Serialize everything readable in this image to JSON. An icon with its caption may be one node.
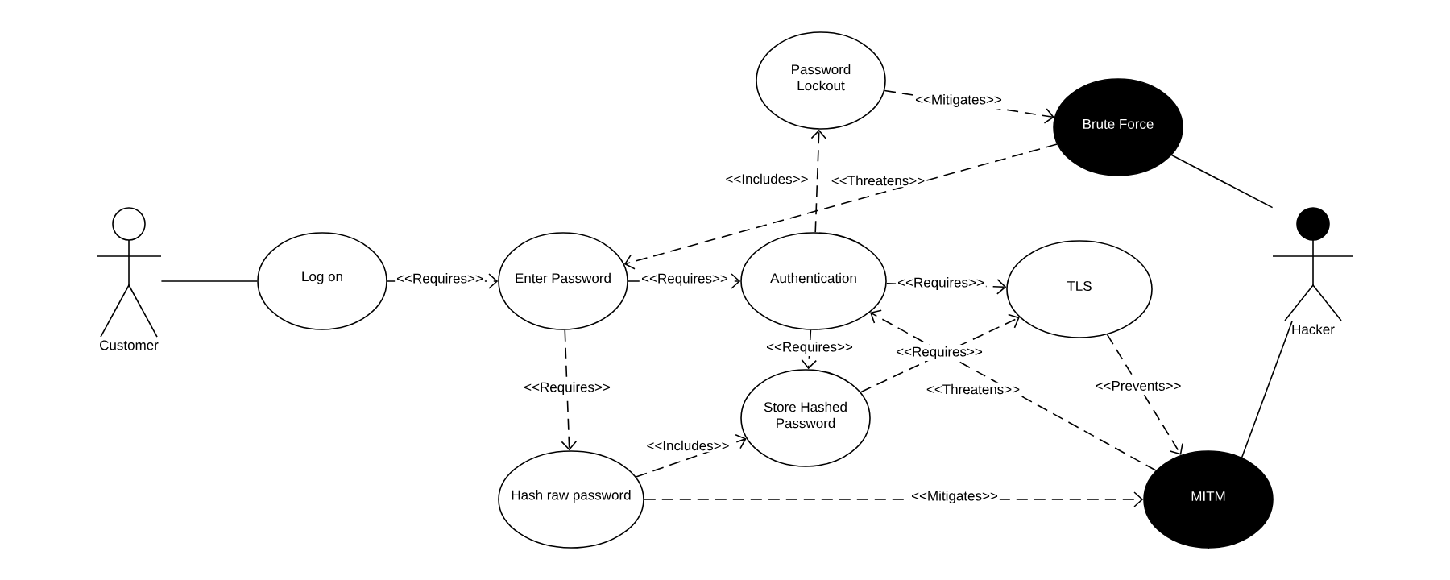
{
  "diagram": {
    "nodes": [
      {
        "text": [
          "Password Lockout"
        ]
      },
      {
        "text": [
          "Brute Force"
        ]
      },
      {
        "text": [],
        "shape": "person",
        "beside": [
          "Customer"
        ]
      },
      {
        "text": [
          "Log on"
        ]
      },
      {
        "text": [
          "Enter Password"
        ]
      },
      {
        "text": [
          "Authentication"
        ]
      },
      {
        "text": [
          "TLS"
        ]
      },
      {
        "text": [],
        "shape": "person",
        "beside": [
          "Hacker"
        ]
      },
      {
        "text": [
          "Store Hashed Password"
        ]
      },
      {
        "text": [
          "Hash raw password"
        ]
      },
      {
        "text": [
          "MITM"
        ]
      }
    ],
    "edges": [
      {
        "from": 2,
        "to": 3,
        "arrow": "none"
      },
      {
        "from": 3,
        "to": 4,
        "arrow": "to",
        "label": "<<Requires>>",
        "style": "dashed"
      },
      {
        "from": 4,
        "to": 5,
        "arrow": "to",
        "label": "<<Requires>>",
        "style": "dashed"
      },
      {
        "from": 5,
        "to": 6,
        "arrow": "to",
        "label": "<<Requires>>",
        "style": "dashed"
      },
      {
        "from": 5,
        "to": 0,
        "arrow": "to",
        "label": "<<Includes>>",
        "style": "dashed"
      },
      {
        "from": 0,
        "to": 1,
        "arrow": "to",
        "label": "<<Mitigates>>",
        "style": "dashed"
      },
      {
        "from": 1,
        "to": 4,
        "arrow": "to",
        "label": "<<Threatens>>",
        "style": "dashed"
      },
      {
        "from": 1,
        "to": 7,
        "arrow": "none"
      },
      {
        "from": 5,
        "to": 8,
        "arrow": "to",
        "label": "<<Requires>>",
        "style": "dashed"
      },
      {
        "from": 4,
        "to": 9,
        "arrow": "to",
        "label": "<<Requires>>",
        "style": "dashed"
      },
      {
        "from": 9,
        "to": 8,
        "arrow": "to",
        "label": "<<Includes>>",
        "style": "dashed"
      },
      {
        "from": 8,
        "to": 6,
        "arrow": "to",
        "label": "<<Requires>>",
        "style": "dashed"
      },
      {
        "from": 10,
        "to": 5,
        "arrow": "to",
        "label": "<<Threatens>>",
        "style": "dashed"
      },
      {
        "from": 6,
        "to": 10,
        "arrow": "to",
        "label": "<<Prevents>>",
        "style": "dashed"
      },
      {
        "from": 9,
        "to": 10,
        "arrow": "to",
        "label": "<<Mitigates>>",
        "style": "dashed"
      },
      {
        "from": 7,
        "to": 10,
        "arrow": "none"
      }
    ]
  }
}
